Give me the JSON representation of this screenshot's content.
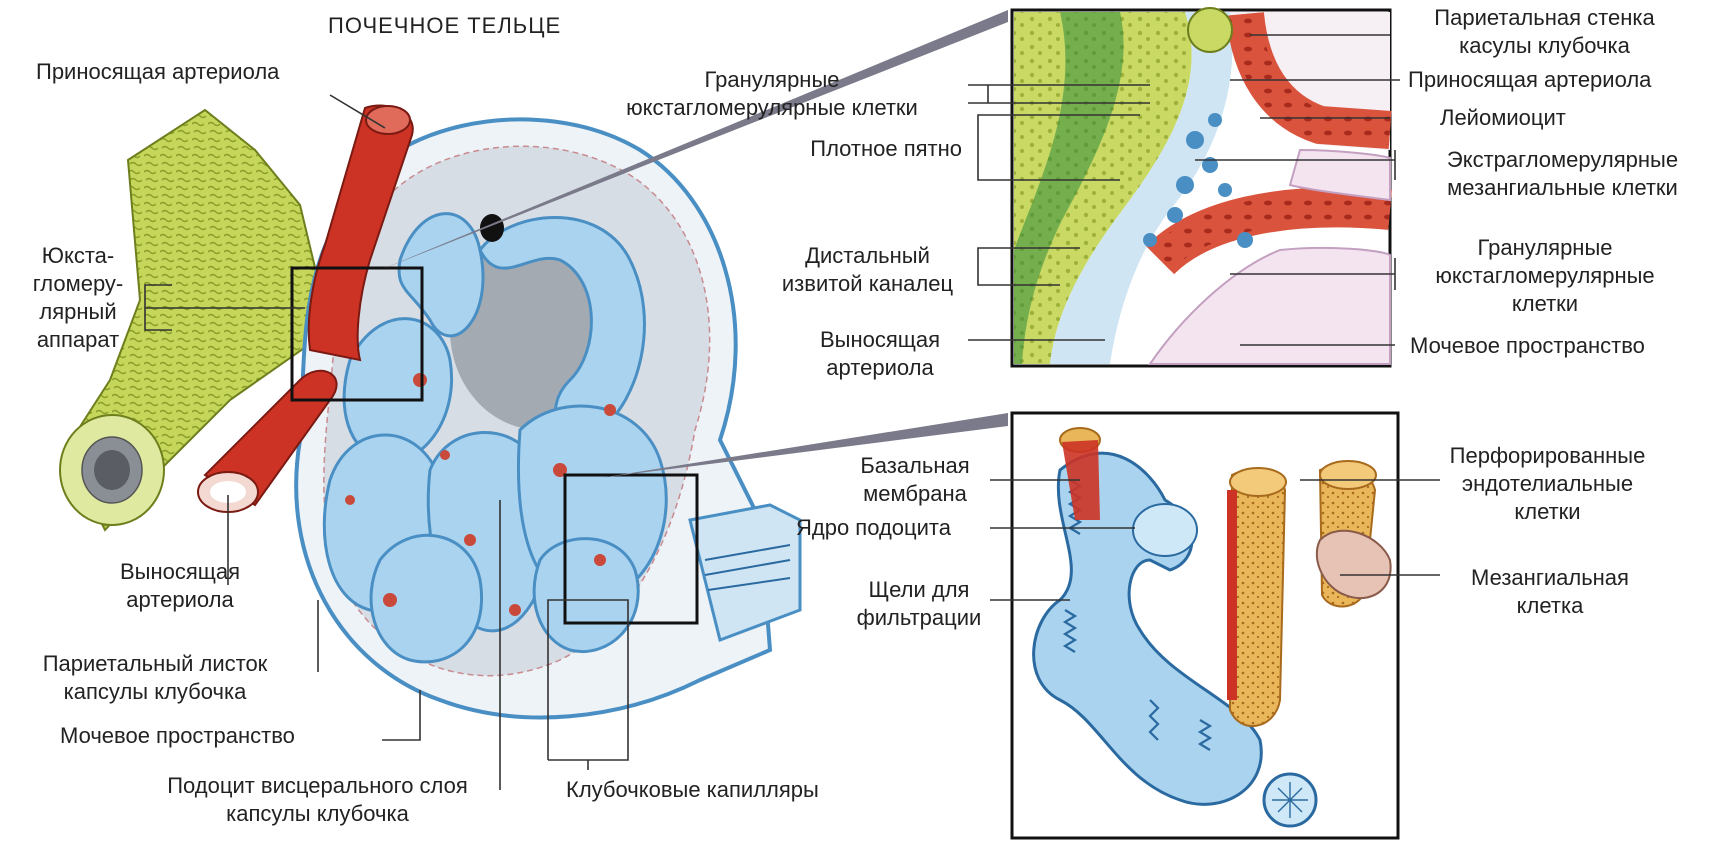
{
  "labels": {
    "title": "ПОЧЕЧНОЕ ТЕЛЬЦЕ",
    "afferent_main": "Приносящая артериола",
    "jga": [
      "Юкста-",
      "гломеру-",
      "лярный",
      "аппарат"
    ],
    "efferent_main": [
      "Выносящая",
      "артериола"
    ],
    "parietal_layer": [
      "Париетальный листок",
      "капсулы клубочка"
    ],
    "urinary_space_main": "Мочевое пространство",
    "podocyte_visceral": [
      "Подоцит висцерального слоя",
      "капсулы клубочка"
    ],
    "glomerular_capillaries": "Клубочковые капилляры",
    "granular_jg_left": [
      "Гранулярные",
      "юкстагломерулярные клетки"
    ],
    "macula_densa": "Плотное пятно",
    "distal_tubule": [
      "Дистальный",
      "извитой каналец"
    ],
    "efferent_inset": [
      "Выносящая",
      "артериола"
    ],
    "parietal_wall": [
      "Париетальная стенка",
      "касулы клубочка"
    ],
    "afferent_inset": "Приносящая артериола",
    "leiomyocyte": "Лейомиоцит",
    "extraglomerular": [
      "Экстрагломерулярные",
      "мезангиальные клетки"
    ],
    "granular_jg_right": [
      "Гранулярные",
      "юкстагломерулярные",
      "клетки"
    ],
    "urinary_space_inset": "Мочевое пространство",
    "basal_membrane": [
      "Базальная",
      "мембрана"
    ],
    "podocyte_nucleus": "Ядро подоцита",
    "filtration_slits": [
      "Щели для",
      "фильтрации"
    ],
    "perforated_endothelial": [
      "Перфорированные",
      "эндотелиальные",
      "клетки"
    ],
    "mesangial_cell": [
      "Мезангиальная",
      "клетка"
    ]
  },
  "colors": {
    "tubule": "#c5d65a",
    "artery": "#cc3325",
    "capillary": "#a9d3ef",
    "membrane": "#4a8fc4",
    "capsule": "#dfe9f3",
    "endothelium": "#e0a64a",
    "leader": "#333333"
  }
}
